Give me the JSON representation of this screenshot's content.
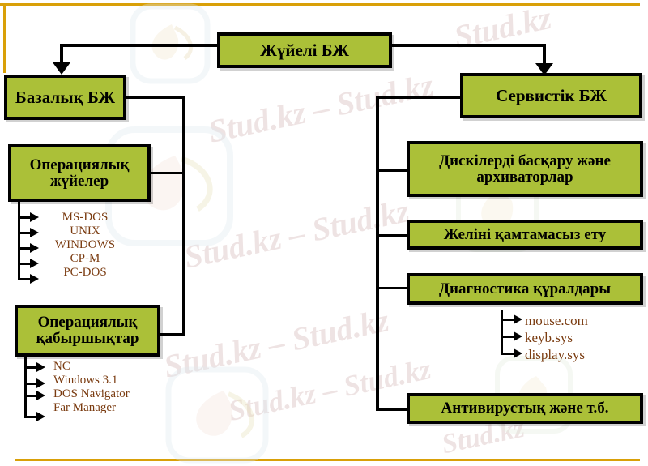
{
  "diagram": {
    "title_node": {
      "label": "Жүйелі БЖ"
    },
    "left_branch": {
      "root": {
        "label": "Базалық БЖ"
      },
      "nodes": [
        {
          "label": "Операциялық жүйелер",
          "children": [
            "MS-DOS",
            "UNIX",
            "WINDOWS",
            "CP-M",
            "PC-DOS"
          ]
        },
        {
          "label": "Операциялық қабыршықтар",
          "children": [
            "NC",
            "Windows 3.1",
            "DOS Navigator",
            "Far Manager"
          ]
        }
      ]
    },
    "right_branch": {
      "root": {
        "label": "Сервистік БЖ"
      },
      "nodes": [
        {
          "label": "Дискілерді басқару және архиваторлар",
          "children": []
        },
        {
          "label": "Желіні қамтамасыз ету",
          "children": []
        },
        {
          "label": "Диагностика құралдары",
          "children": [
            "mouse.com",
            "keyb.sys",
            "display.sys"
          ]
        },
        {
          "label": "Антивирустық және т.б.",
          "children": []
        }
      ]
    }
  },
  "watermarks": {
    "items": [
      "Stud.kz – Stud.kz",
      "Stud.kz – Stud.kz",
      "Stud.kz – Stud.kz",
      "Stud.kz – Stud.kz",
      "Stud.kz",
      "Stud.kz"
    ]
  },
  "colors": {
    "node_fill": "#abc038",
    "node_border": "#000000",
    "leaf_text": "#7a3b10",
    "frame": "#d9a008"
  }
}
